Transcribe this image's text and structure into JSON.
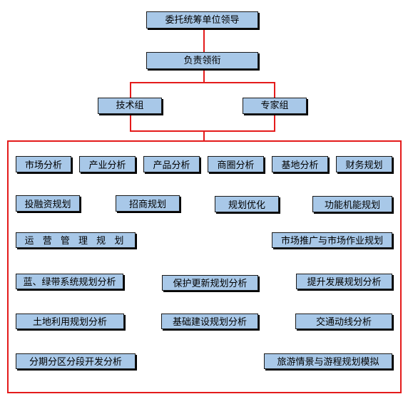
{
  "top": {
    "commission": "委托统筹单位领导",
    "lead": "负责领衔",
    "tech_group": "技术组",
    "expert_group": "专家组"
  },
  "items": [
    "市场分析",
    "产业分析",
    "产品分析",
    "商圈分析",
    "基地分析",
    "财务规划",
    "投融资规划",
    "招商规划",
    "规划优化",
    "功能机能规划",
    "运 营 管 理 规 划",
    "市场推广与市场作业规划",
    "蓝、绿带系统规划分析",
    "保护更新规划分析",
    "提升发展规划分析",
    "土地利用规划分析",
    "基础建设规划分析",
    "交通动线分析",
    "分期分区分段开发分析",
    "旅游情景与游程规划模拟"
  ],
  "colors": {
    "box_fill": "#a8c8e8",
    "connector": "#e41b1b"
  }
}
